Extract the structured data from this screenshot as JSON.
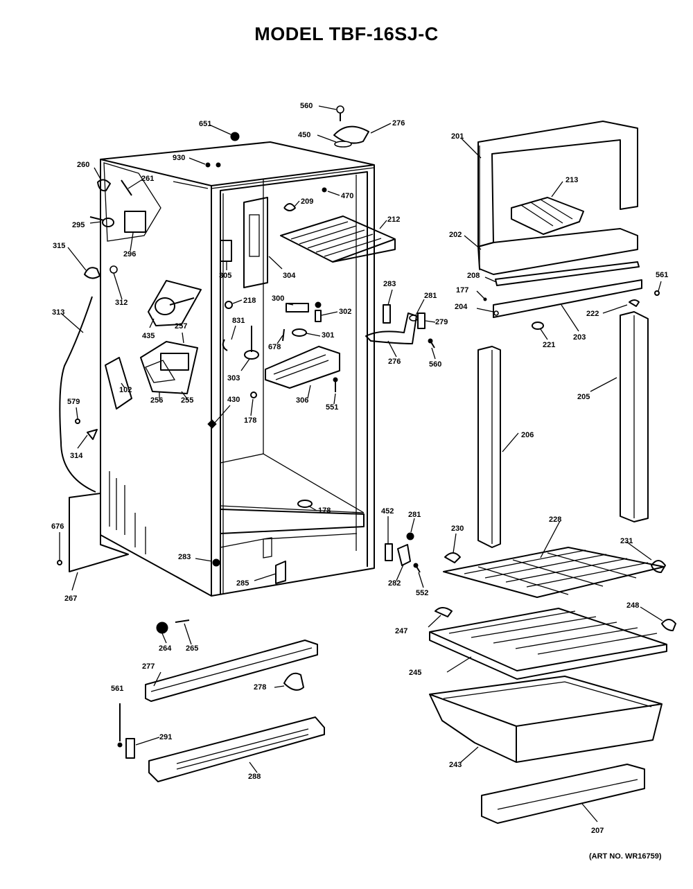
{
  "title": "MODEL TBF-16SJ-C",
  "art_number": "(ART NO. WR16759)",
  "parts": {
    "p560a": "560",
    "p276a": "276",
    "p450": "450",
    "p651": "651",
    "p930": "930",
    "p260": "260",
    "p261": "261",
    "p209": "209",
    "p470": "470",
    "p212": "212",
    "p295": "295",
    "p296": "296",
    "p315": "315",
    "p312": "312",
    "p305": "305",
    "p304": "304",
    "p313": "313",
    "p218": "218",
    "p300": "300",
    "p302": "302",
    "p831": "831",
    "p435": "435",
    "p257": "257",
    "p678": "678",
    "p301": "301",
    "p303": "303",
    "p306": "306",
    "p551": "551",
    "p256": "256",
    "p255": "255",
    "p102": "102",
    "p430": "430",
    "p178a": "178",
    "p579": "579",
    "p314": "314",
    "p178b": "178",
    "p676": "676",
    "p267": "267",
    "p283b": "283",
    "p285": "285",
    "p264": "264",
    "p265": "265",
    "p277": "277",
    "p278": "278",
    "p561b": "561",
    "p291": "291",
    "p288": "288",
    "p283a": "283",
    "p281a": "281",
    "p279": "279",
    "p276b": "276",
    "p560b": "560",
    "p452": "452",
    "p281b": "281",
    "p282": "282",
    "p552": "552",
    "p201": "201",
    "p213": "213",
    "p202": "202",
    "p208": "208",
    "p177": "177",
    "p204": "204",
    "p561a": "561",
    "p222": "222",
    "p221": "221",
    "p203": "203",
    "p205": "205",
    "p206": "206",
    "p228": "228",
    "p230": "230",
    "p231": "231",
    "p248": "248",
    "p247": "247",
    "p245": "245",
    "p243": "243",
    "p207": "207"
  }
}
